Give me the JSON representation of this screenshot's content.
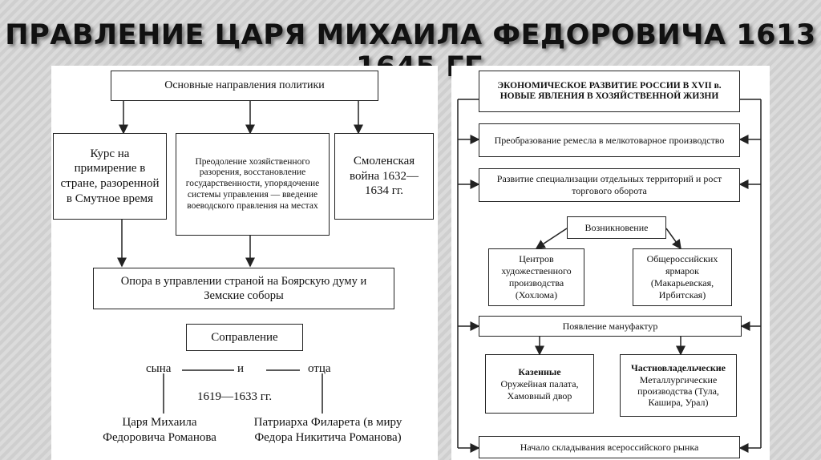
{
  "title": "ПРАВЛЕНИЕ ЦАРЯ МИХАИЛА ФЕДОРОВИЧА 1613—1645 ГГ.",
  "left": {
    "main": "Основные направления политики",
    "course": "Курс на примирение в стране, разоренной в Смутное время",
    "overcome": "Преодоление хозяйственного разорения, восстановление государственности, упорядочение системы управления — введение воеводского правления на местах",
    "smolensk": "Смоленская война 1632—1634 гг.",
    "support": "Опора в управлении страной на Боярскую думу и Земские соборы",
    "corule": "Соправление",
    "son": "сына",
    "and": "и",
    "father": "отца",
    "years": "1619—1633 гг.",
    "tsar": "Царя Михаила Федоровича Романова",
    "patriarch": "Патриарха Филарета (в миру Федора Никитича Романова)"
  },
  "right": {
    "header": "ЭКОНОМИЧЕСКОЕ РАЗВИТИЕ РОССИИ В XVII в. НОВЫЕ ЯВЛЕНИЯ В ХОЗЯЙСТВЕННОЙ ЖИЗНИ",
    "craft": "Преобразование ремесла в мелкотоварное производство",
    "special": "Развитие специализации отдельных территорий и рост торгового оборота",
    "emergence": "Возникновение",
    "centers": "Центров художественного производства (Хохлома)",
    "fairs": "Общероссийских ярмарок (Макарьевская, Ирбитская)",
    "manufact": "Появление мануфактур",
    "state_title": "Казенные",
    "state_text": "Оружейная палата, Хамовный двор",
    "private_title": "Частновладельческие",
    "private_text": "Металлургические производства (Тула, Кашира, Урал)",
    "market": "Начало складывания всероссийского рынка"
  }
}
